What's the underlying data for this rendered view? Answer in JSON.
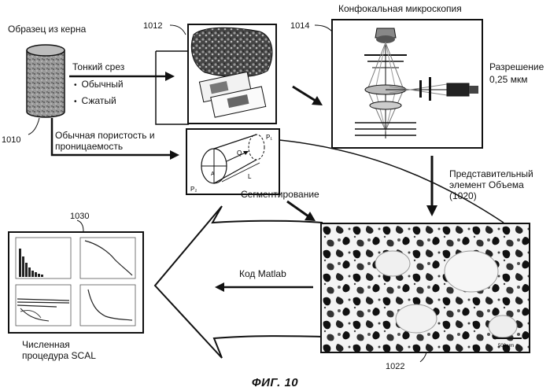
{
  "title": "Конфокальная микроскопия",
  "core_sample": {
    "label": "Образец из керна",
    "ref": "1010"
  },
  "thin_section": {
    "label": "Тонкий срез",
    "options": [
      "Обычный",
      "Сжатый"
    ],
    "ref": "1012"
  },
  "porosity": {
    "line1": "Обычная пористость и",
    "line2": "проницаемость",
    "plug_labels": [
      "P₁",
      "P₂",
      "Q",
      "L",
      "A"
    ]
  },
  "microscope": {
    "ref": "1014",
    "resolution_line1": "Разрешение",
    "resolution_line2": "0,25 мкм"
  },
  "rev": {
    "line1": "Представительный",
    "line2": "элемент Объема",
    "line3": "(1020)"
  },
  "segmentation": {
    "label": "Сегментирование"
  },
  "matlab": {
    "label": "Код Matlab"
  },
  "scal": {
    "ref": "1030",
    "line1": "Численная",
    "line2": "процедура SCAL"
  },
  "segmented_image": {
    "ref": "1022",
    "scale_label": "500 μm"
  },
  "figure_caption": "ФИГ. 10",
  "colors": {
    "ink": "#111111",
    "paper": "#ffffff",
    "grey": "#8a8a8a"
  }
}
